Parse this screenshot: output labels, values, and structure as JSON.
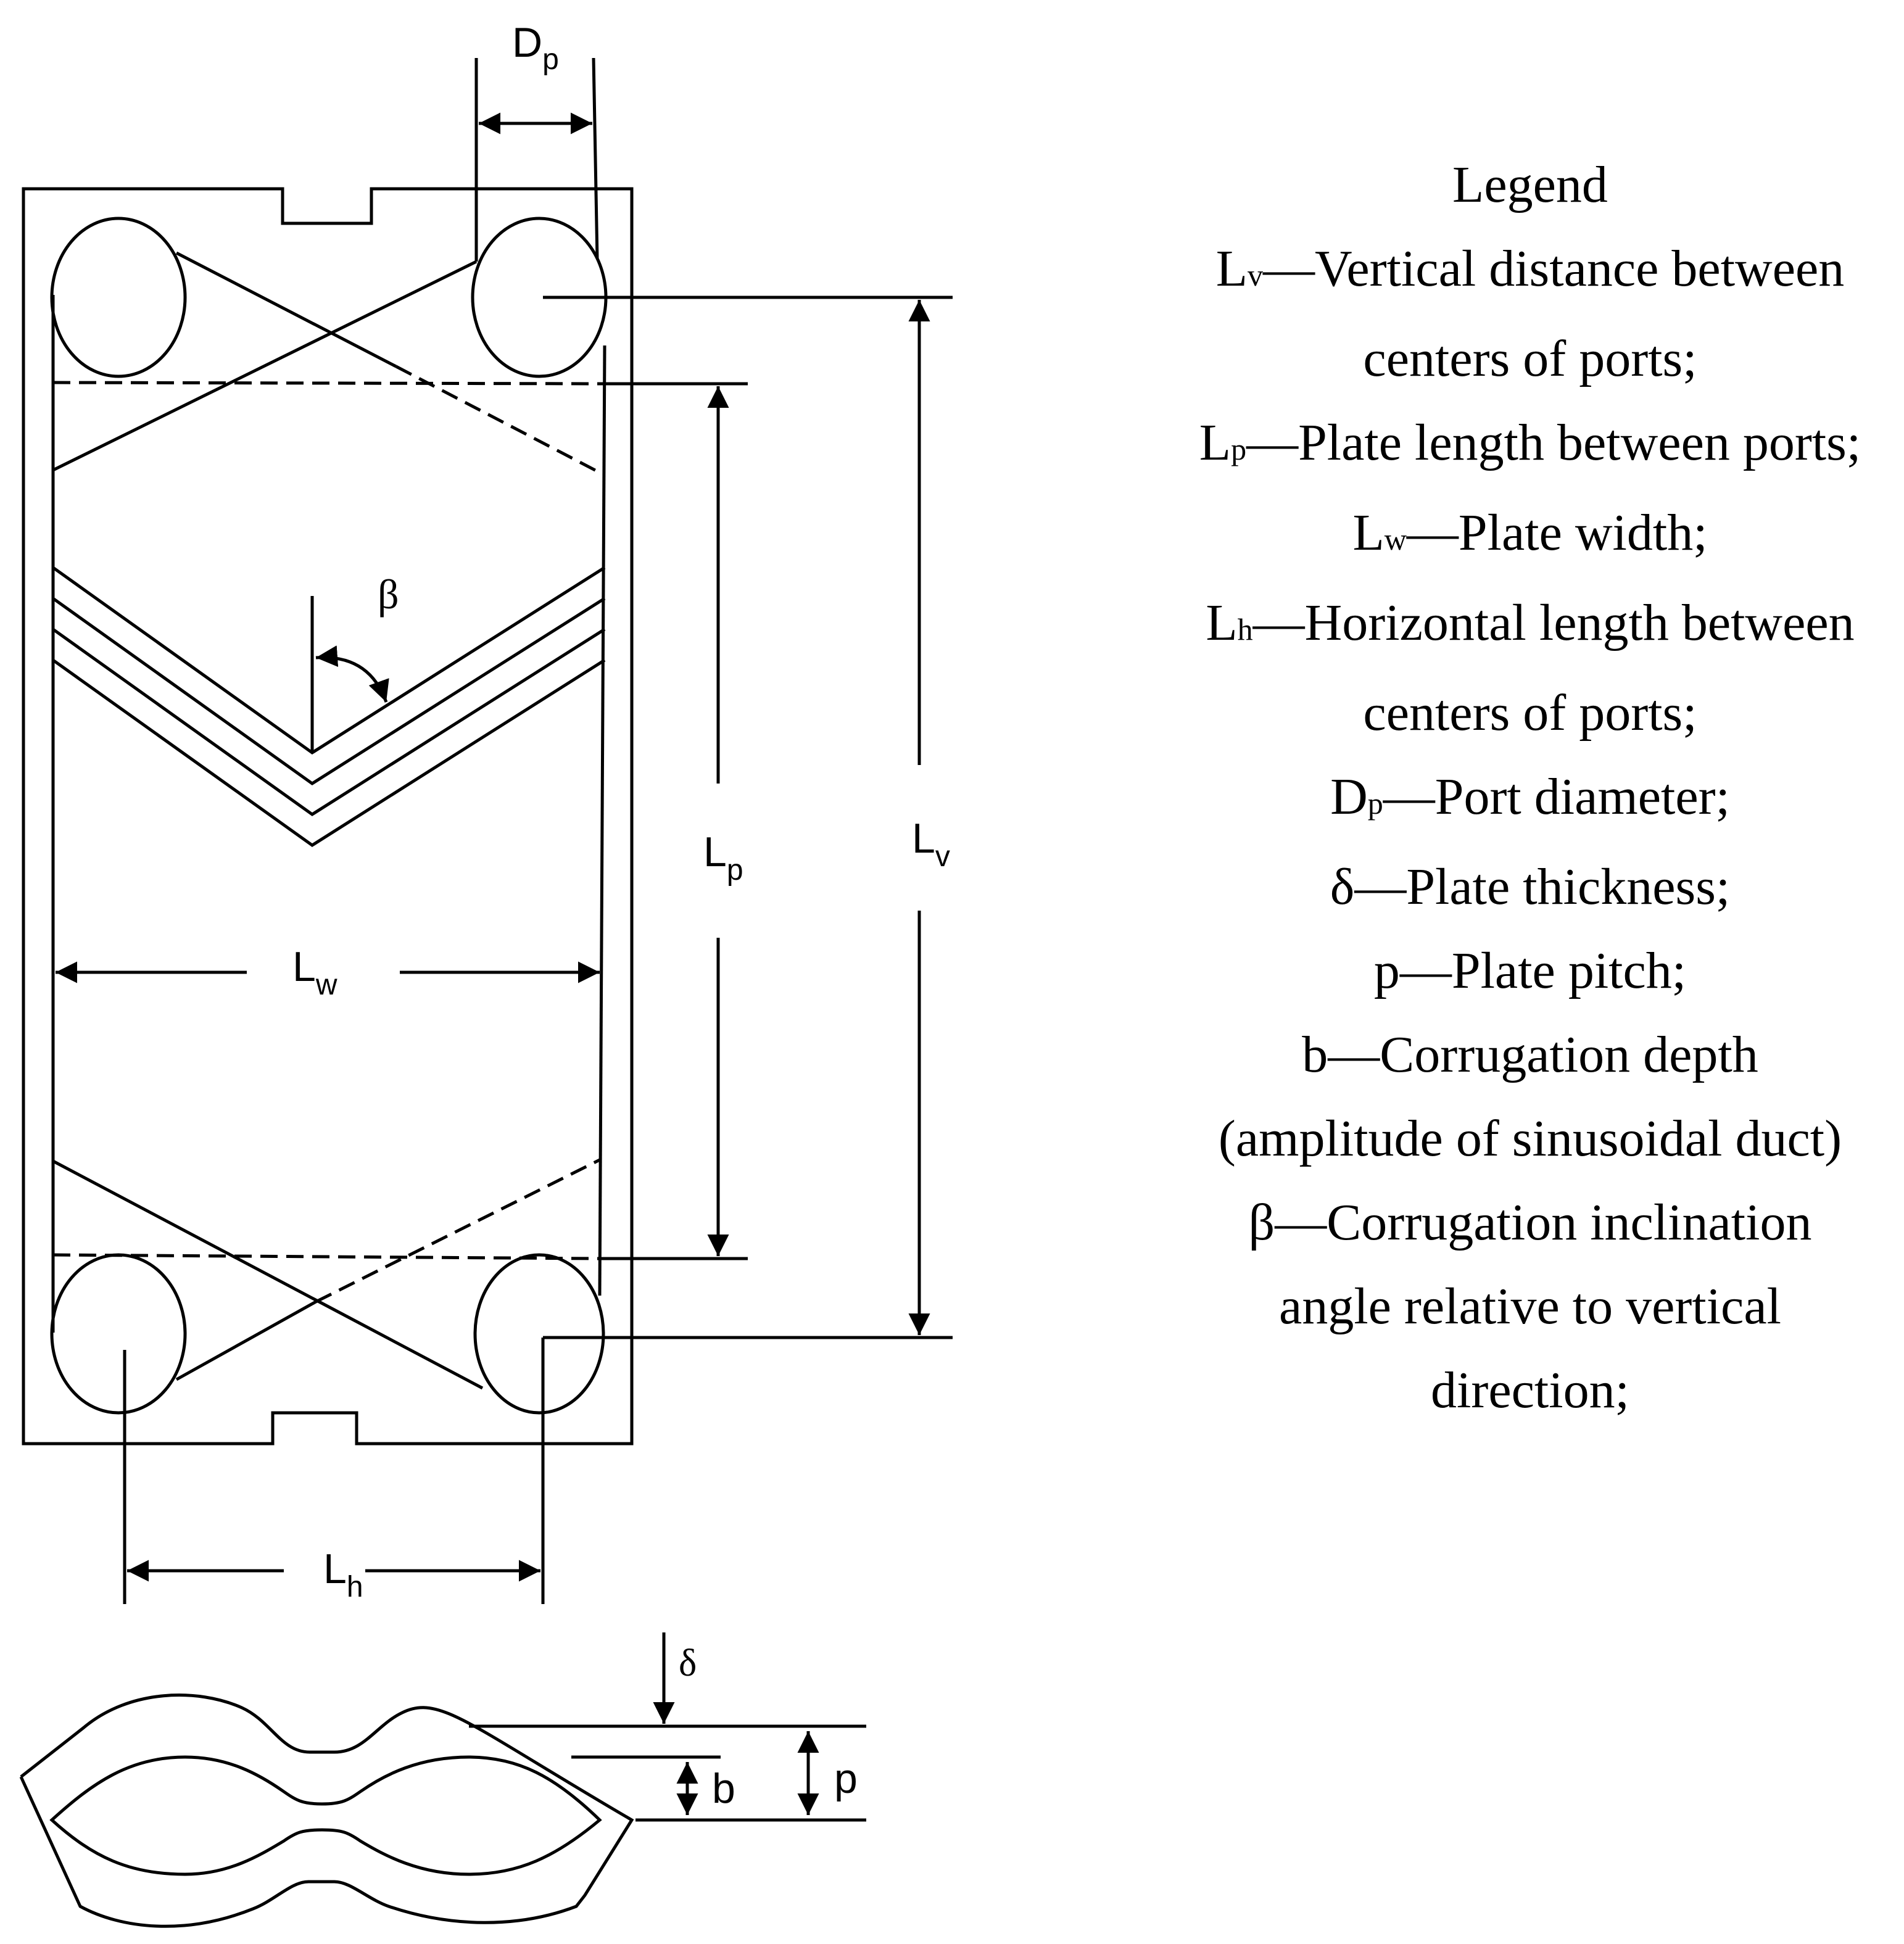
{
  "dimensions": {
    "dp": {
      "main": "D",
      "sub": "p"
    },
    "lp": {
      "main": "L",
      "sub": "p"
    },
    "lv": {
      "main": "L",
      "sub": "v"
    },
    "lw": {
      "main": "L",
      "sub": "w"
    },
    "lh": {
      "main": "L",
      "sub": "h"
    },
    "beta": "β",
    "delta": "δ",
    "b": "b",
    "p": "p"
  },
  "legend": {
    "title": "Legend",
    "dash": "—",
    "items": [
      {
        "symbol": "L",
        "sub": "v",
        "text": "Vertical distance between",
        "cont": "centers of ports;"
      },
      {
        "symbol": "L",
        "sub": "p",
        "text": "Plate length between ports;"
      },
      {
        "symbol": "L",
        "sub": "w",
        "text": "Plate width;"
      },
      {
        "symbol": "L",
        "sub": "h",
        "text": "Horizontal length between",
        "cont": "centers of ports;"
      },
      {
        "symbol": "D",
        "sub": "p",
        "text": "Port diameter;"
      },
      {
        "symbol": "δ",
        "sub": "",
        "text": "Plate thickness;"
      },
      {
        "symbol": "p",
        "sub": "",
        "text": "Plate pitch;"
      },
      {
        "symbol": "b",
        "sub": "",
        "text": "Corrugation depth",
        "cont": "(amplitude of sinusoidal duct)"
      },
      {
        "symbol": "β",
        "sub": "",
        "text": "Corrugation inclination",
        "cont": "angle relative to vertical",
        "cont2": "direction;"
      }
    ]
  }
}
